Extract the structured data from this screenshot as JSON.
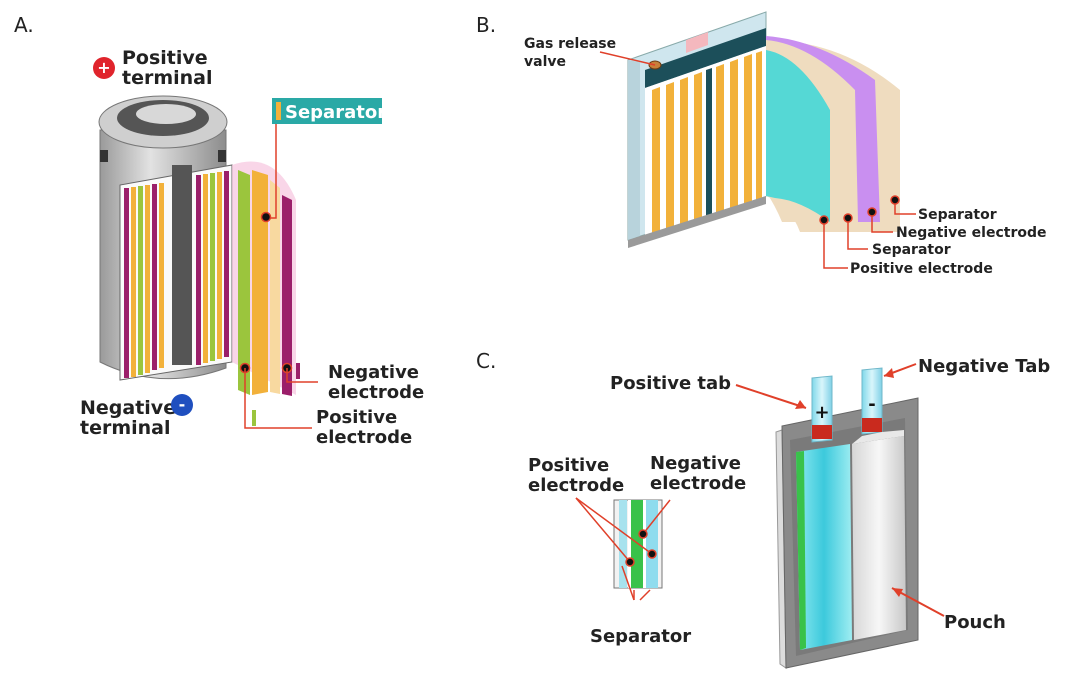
{
  "panels": {
    "a": {
      "label": "A.",
      "positive_terminal": [
        "Positive",
        "terminal"
      ],
      "negative_terminal": [
        "Negative",
        "terminal"
      ],
      "separator": "Separator",
      "negative_electrode": [
        "Negative",
        "electrode"
      ],
      "positive_electrode": [
        "Positive",
        "electrode"
      ],
      "plus_symbol": "+",
      "minus_symbol": "-"
    },
    "b": {
      "label": "B.",
      "gas_release_valve": [
        "Gas release",
        "valve"
      ],
      "separator_1": "Separator",
      "negative_electrode": "Negative electrode",
      "separator_2": "Separator",
      "positive_electrode": "Positive electrode"
    },
    "c": {
      "label": "C.",
      "positive_tab": "Positive tab",
      "negative_tab": "Negative Tab",
      "positive_electrode": [
        "Positive",
        "electrode"
      ],
      "negative_electrode": [
        "Negative",
        "electrode"
      ],
      "separator": "Separator",
      "pouch": "Pouch",
      "plus_symbol": "+",
      "minus_symbol": "-"
    }
  },
  "colors": {
    "leader_line": "#e0402a",
    "marker": "#111111",
    "separator_badge": "#2aa9a6",
    "positive_terminal_icon": "#e0242c",
    "negative_terminal_icon": "#1f4fbf",
    "electrode_orange": "#f2b13a",
    "electrode_purple": "#9b1f6a",
    "electrode_green": "#9bc53d",
    "electrode_teal": "#55d8d5",
    "electrode_lavender": "#c98ff0",
    "separator_beige": "#efdcbf",
    "pouch_grey": "#8a8a8a"
  }
}
